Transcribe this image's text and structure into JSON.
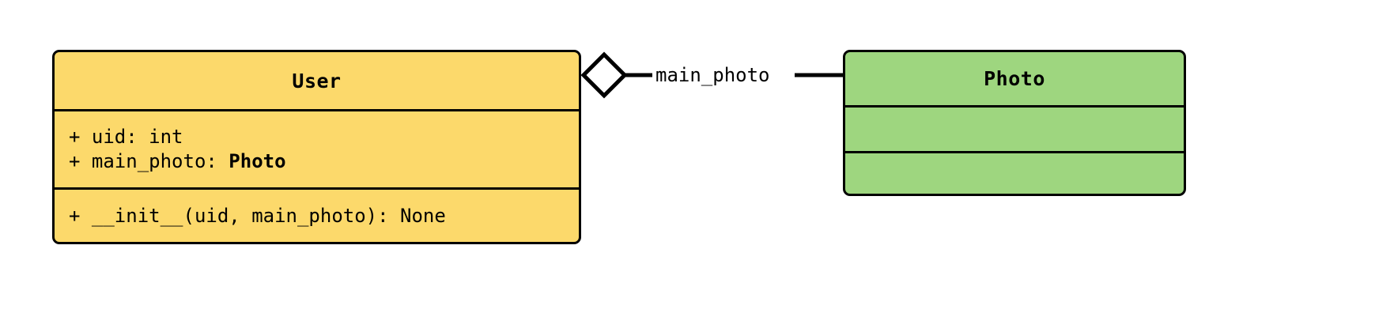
{
  "diagram": {
    "type": "uml-class-diagram",
    "background_color": "#ffffff",
    "border_color": "#000000",
    "classes": [
      {
        "id": "user",
        "name": "User",
        "fill_color": "#fcd96b",
        "attributes": [
          {
            "visibility": "+",
            "text": "+ uid: int"
          },
          {
            "visibility": "+",
            "prefix": "+ main_photo: ",
            "type_ref": "Photo"
          }
        ],
        "methods": [
          {
            "visibility": "+",
            "text": "+ __init__(uid, main_photo): None"
          }
        ]
      },
      {
        "id": "photo",
        "name": "Photo",
        "fill_color": "#9ed67f",
        "attributes": [],
        "methods": []
      }
    ],
    "relationships": [
      {
        "id": "user-main-photo",
        "kind": "aggregation",
        "source": "User",
        "target": "Photo",
        "label": "main_photo",
        "diamond_fill": "#ffffff",
        "diamond_stroke": "#000000"
      }
    ]
  }
}
